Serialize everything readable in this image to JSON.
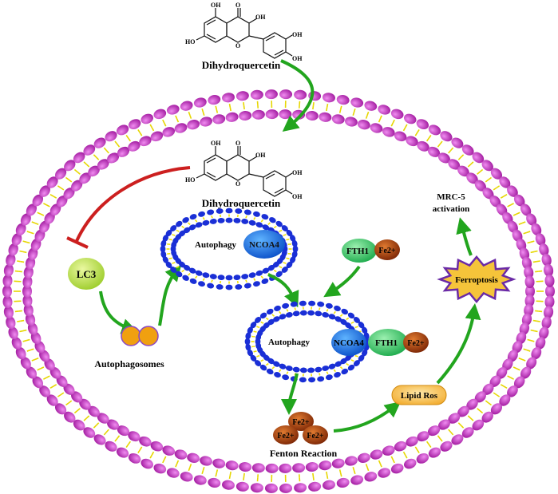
{
  "labels": {
    "compound_top": "Dihydroquercetin",
    "compound_inner": "Dihydroquercetin",
    "lc3": "LC3",
    "autophagosomes": "Autophagosomes",
    "autophagy_1": "Autophagy",
    "ncoa4_1": "NCOA4",
    "fth1_free": "FTH1",
    "fe_free": "Fe2+",
    "autophagy_2": "Autophagy",
    "ncoa4_2": "NCOA4",
    "fth1_bound": "FTH1",
    "fe_bound": "Fe2+",
    "fe_a": "Fe2+",
    "fe_b": "Fe2+",
    "fe_c": "Fe2+",
    "fenton": "Fenton Reaction",
    "lipid_ros": "Lipid Ros",
    "ferroptosis": "Ferroptosis",
    "mrc5_line1": "MRC-5",
    "mrc5_line2": "activation"
  },
  "molecule_groups": {
    "oh": "OH",
    "ho": "HO",
    "o": "O"
  },
  "colors": {
    "membrane_head": "#cc33cc",
    "membrane_tail": "#e6d600",
    "vesicle_head": "#1a2fd6",
    "vesicle_tail": "#f0e000",
    "arrow_green": "#22a51e",
    "inhibit_red": "#cc1f1f",
    "lc3": "#b8e04a",
    "autophagosome": "#f0a010",
    "ncoa4": "#1a6ee8",
    "fth1": "#35d06a",
    "fe": "#a43a08",
    "lipid_ros": "#f5b840",
    "ferroptosis_fill": "#f5c43a",
    "ferroptosis_stroke": "#6a2aa6"
  }
}
